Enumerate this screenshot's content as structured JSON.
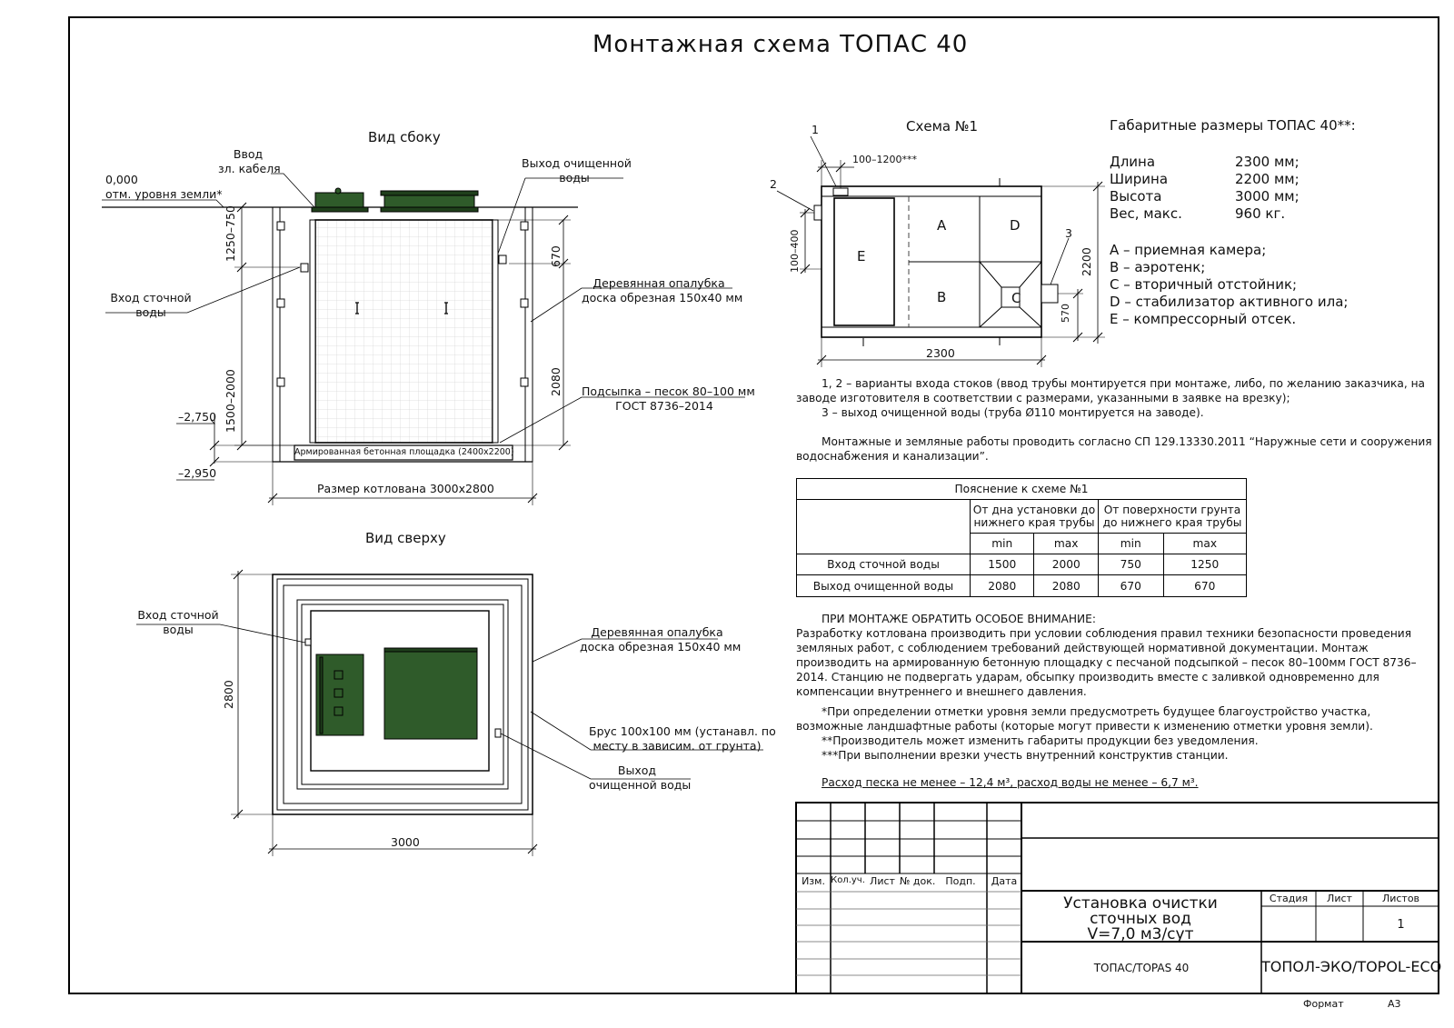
{
  "title": "Монтажная схема ТОПАС 40",
  "side_view": {
    "heading": "Вид сбоку",
    "cable_input": [
      "Ввод",
      "зл. кабеля"
    ],
    "ground_level": [
      "0,000",
      "отм. уровня земли*"
    ],
    "clean_water_out": [
      "Выход очищенной",
      "воды"
    ],
    "sewage_in": [
      "Вход сточной",
      "воды"
    ],
    "formwork": [
      "Деревянная опалубка",
      "доска обрезная 150х40 мм"
    ],
    "backfill": [
      "Подсыпка – песок 80–100 мм",
      "ГОСТ 8736–2014"
    ],
    "slab": "Армированная бетонная площадка (2400х2200)",
    "pit_size": "Размер котлована 3000х2800",
    "dim_1250_750": "1250–750",
    "dim_1500_2000": "1500–2000",
    "dim_670": "670",
    "dim_2080": "2080",
    "level_2750": "–2,750",
    "level_2950": "–2,950"
  },
  "top_view": {
    "heading": "Вид сверху",
    "sewage_in": [
      "Вход сточной",
      "воды"
    ],
    "formwork": [
      "Деревянная опалубка",
      "доска обрезная 150х40 мм"
    ],
    "beam": [
      "Брус 100х100 мм (устанавл. по",
      "месту в зависим. от грунта)"
    ],
    "clean_water_out": [
      "Выход",
      "очищенной воды"
    ],
    "dim_2800": "2800",
    "dim_3000": "3000"
  },
  "scheme1": {
    "heading": "Схема №1",
    "label_1": "1",
    "label_2": "2",
    "label_3": "3",
    "dim_100_1200": "100–1200***",
    "dim_100_400": "100–400",
    "dim_2200": "2200",
    "dim_570": "570",
    "dim_2300": "2300",
    "zone_a": "A",
    "zone_b": "B",
    "zone_c": "C",
    "zone_d": "D",
    "zone_e": "E"
  },
  "dimensions": {
    "heading": "Габаритные размеры ТОПАС 40**:",
    "rows": [
      {
        "name": "Длина",
        "value": "2300 мм;"
      },
      {
        "name": "Ширина",
        "value": "2200 мм;"
      },
      {
        "name": "Высота",
        "value": "3000 мм;"
      },
      {
        "name": "Вес, макс.",
        "value": "960 кг."
      }
    ],
    "legend": [
      "A – приемная камера;",
      "B – аэротенк;",
      "C – вторичный отстойник;",
      "D – стабилизатор активного ила;",
      "E – компрессорный отсек."
    ]
  },
  "notes": {
    "inputs_line1": "1, 2 – варианты входа  стоков (ввод трубы монтируется при монтаже, либо, по желанию заказчика, на",
    "inputs_line2": "заводе изготовителя в соответствии с размерами, указанными в заявке на врезку);",
    "output_line": "3 – выход очищенной воды (труба Ø110 монтируется на заводе).",
    "works_line1": "Монтажные и земляные работы проводить согласно СП 129.13330.2011 “Наружные сети и сооружения",
    "works_line2": "водоснабжения и канализации”."
  },
  "table": {
    "caption": "Пояснение к схеме №1",
    "col_group1": "От дна установки до нижнего края трубы",
    "col_group2": "От поверхности грунта до нижнего края трубы",
    "min": "min",
    "max": "max",
    "rows": [
      {
        "name": "Вход сточной воды",
        "v1": "1500",
        "v2": "2000",
        "v3": "750",
        "v4": "1250"
      },
      {
        "name": "Выход очищенной воды",
        "v1": "2080",
        "v2": "2080",
        "v3": "670",
        "v4": "670"
      }
    ]
  },
  "attention": {
    "heading": "ПРИ МОНТАЖЕ ОБРАТИТЬ ОСОБОЕ ВНИМАНИЕ:",
    "body": "Разработку котлована производить при условии соблюдения правил техники безопасности проведения земляных работ, с соблюдением требований действующей нормативной документации.  Монтаж производить на армированную бетонную площадку с песчаной подсыпкой – песок 80–100мм ГОСТ 8736–2014. Станцию не подвергать ударам, обсыпку производить вместе с заливкой одновременно для компенсации внутреннего и внешнего давления.",
    "note1": "*При определении отметки уровня земли предусмотреть будущее благоустройство участка, возможные ландшафтные работы (которые могут привести к изменению отметки уровня земли).",
    "note2": "**Производитель может изменить габариты продукции без уведомления.",
    "note3": "***При выполнении врезки учесть внутренний конструктив станции.",
    "consumption": "Расход песка не менее – 12,4 м³, расход воды не менее – 6,7 м³."
  },
  "stamp": {
    "cols": [
      "Изм.",
      "Кол.уч.",
      "Лист",
      "№ док.",
      "Подп.",
      "Дата"
    ],
    "name": [
      "Установка очистки",
      "сточных вод",
      "V=7,0 м3/сут"
    ],
    "stage": "Стадия",
    "sheet": "Лист",
    "sheets": "Листов",
    "sheets_value": "1",
    "product": "ТОПАС/TOPAS 40",
    "company": "ТОПОЛ-ЭКО/TOPOL-ECO",
    "format_label": "Формат",
    "format_value": "А3"
  },
  "colors": {
    "tank_green": "#2f5b2a",
    "tank_green_dark": "#1f3f1b"
  }
}
